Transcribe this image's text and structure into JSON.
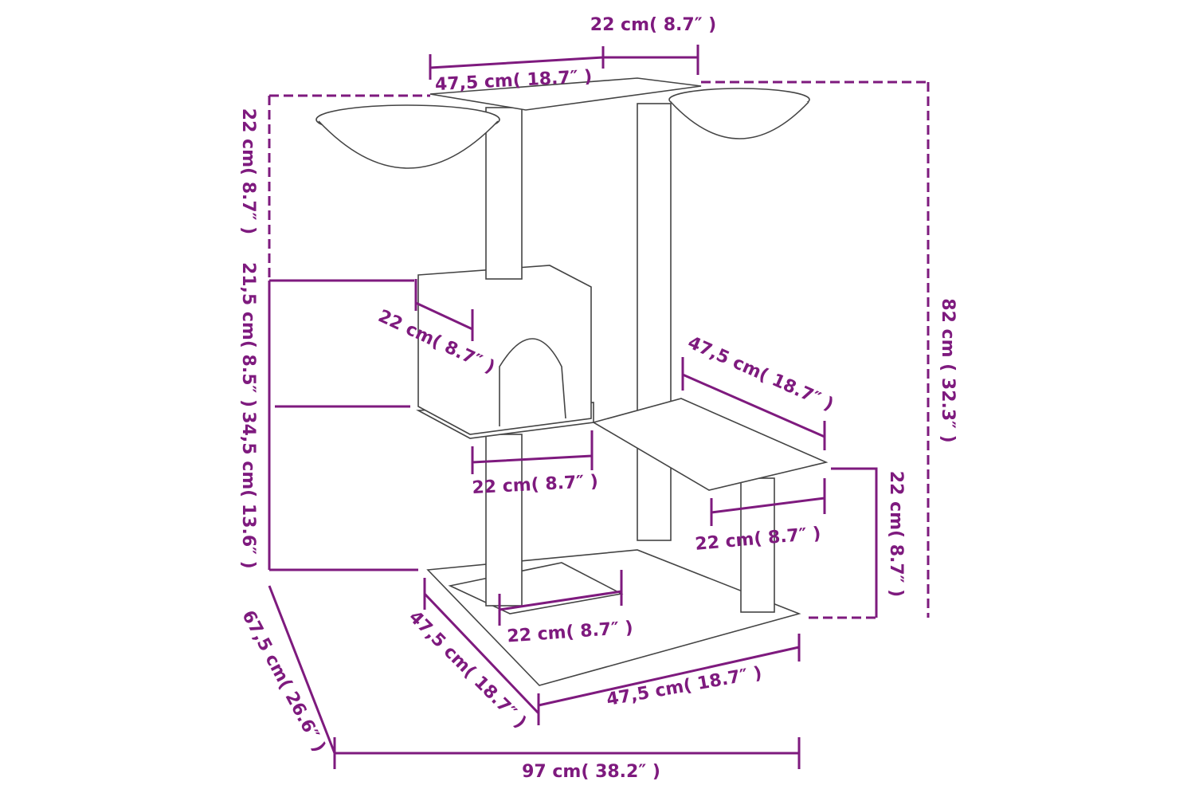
{
  "diagram": {
    "title": "Cat tree dimensions",
    "accent_color": "#7e1a7e",
    "labels": {
      "top_width": "22 cm( 8.7″ )",
      "top_depth": "47,5 cm( 18.7″ )",
      "left_top_height": "22 cm( 8.7″ )",
      "left_middle_height": "21,5 cm( 8.5″ )",
      "left_bottom_height": "34,5 cm( 13.6″ )",
      "total_height": "82 cm ( 32.3″ )",
      "right_platform_height": "22 cm( 8.7″ )",
      "house_depth": "22 cm( 8.7″ )",
      "house_width": "22 cm( 8.7″ )",
      "right_platform_depth": "47,5 cm( 18.7″ )",
      "right_platform_width": "22 cm( 8.7″ )",
      "base_pad_width": "22 cm( 8.7″ )",
      "base_depth": "47,5 cm( 18.7″ )",
      "base_width": "47,5 cm( 18.7″ )",
      "total_depth": "67,5 cm( 26.6″ )",
      "total_width": "97 cm( 38.2″ )"
    }
  }
}
